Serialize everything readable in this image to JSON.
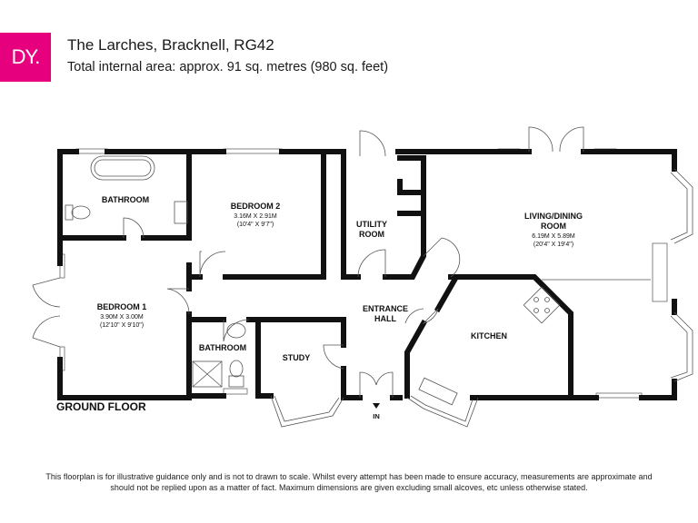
{
  "brand": {
    "logo_text": "DY.",
    "color": "#e6007e"
  },
  "header": {
    "title": "The Larches, Bracknell, RG42",
    "subtitle": "Total internal area: approx. 91 sq. metres (980 sq. feet)"
  },
  "floor_label": "GROUND FLOOR",
  "entrance_label": "IN",
  "rooms": {
    "bathroom_upper": {
      "name": "BATHROOM"
    },
    "bedroom2": {
      "name": "BEDROOM 2",
      "dim_m": "3.16M X 2.91M",
      "dim_ft": "(10'4\" X 9'7\")"
    },
    "utility": {
      "name_1": "UTILITY",
      "name_2": "ROOM"
    },
    "living": {
      "name_1": "LIVING/DINING",
      "name_2": "ROOM",
      "dim_m": "6.19M X 5.89M",
      "dim_ft": "(20'4\" X 19'4\")"
    },
    "bedroom1": {
      "name": "BEDROOM 1",
      "dim_m": "3.90M X 3.00M",
      "dim_ft": "(12'10\" X 9'10\")"
    },
    "entrance": {
      "name_1": "ENTRANCE",
      "name_2": "HALL"
    },
    "kitchen": {
      "name": "KITCHEN"
    },
    "bathroom_lower": {
      "name": "BATHROOM"
    },
    "study": {
      "name": "STUDY"
    }
  },
  "disclaimer": "This floorplan is for illustrative guidance only and is not to drawn to scale. Whilst every attempt has been made to ensure accuracy, measurements are approximate and should not be replied upon as a matter of fact. Maximum dimensions are given excluding small alcoves, etc unless otherwise stated."
}
